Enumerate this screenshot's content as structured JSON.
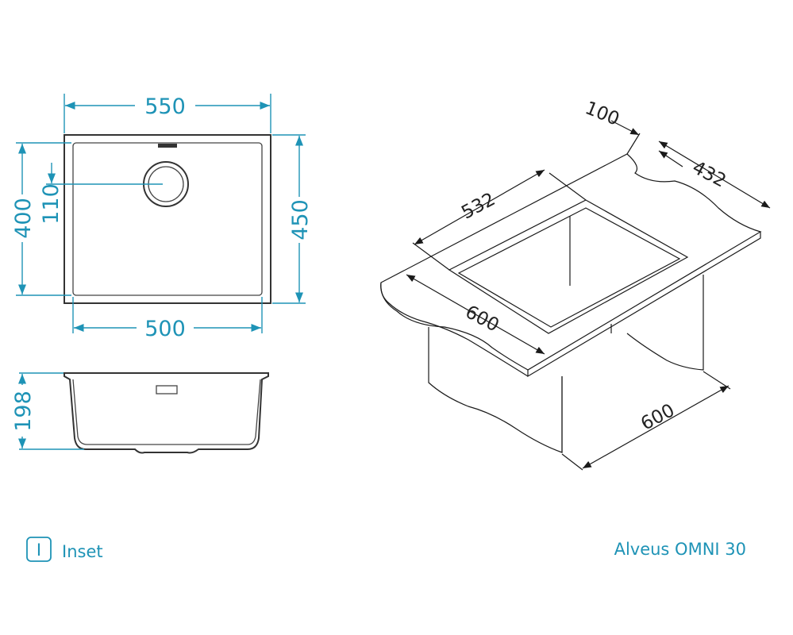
{
  "top_view": {
    "width_outer": "550",
    "width_inner": "500",
    "depth_outer": "450",
    "depth_inner": "400",
    "drain_offset": "110"
  },
  "side_view": {
    "height": "198"
  },
  "iso_view": {
    "depth_cut": "100",
    "opening_depth": "432",
    "opening_width": "532",
    "counter_width": "600",
    "cabinet_width": "600"
  },
  "footer": {
    "badge_letter": "I",
    "mount_type": "Inset",
    "product_name": "Alveus OMNI 30"
  },
  "colors": {
    "dimension": "#1e93b6",
    "outline": "#333333"
  }
}
